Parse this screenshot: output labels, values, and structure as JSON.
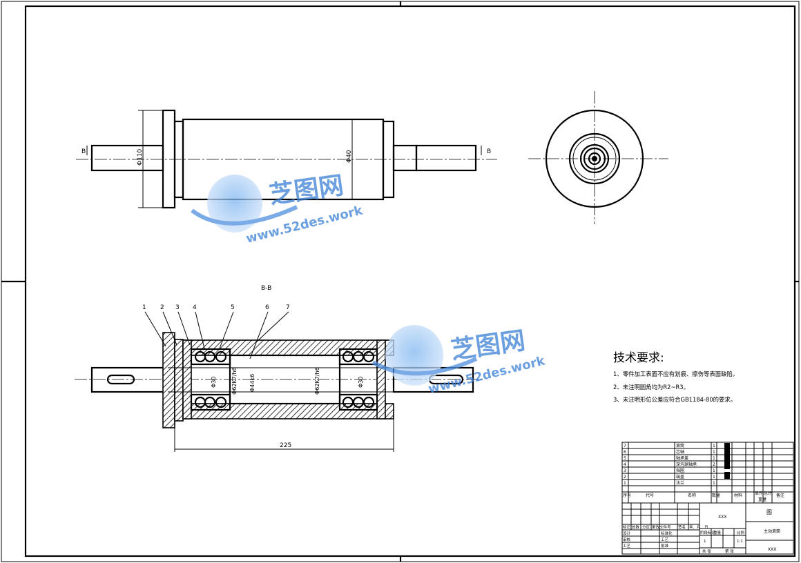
{
  "drawing": {
    "section_label": "B-B",
    "view_marker_left": "B",
    "view_marker_right": "B",
    "dim_flange_dia": "Φ110",
    "dim_body_dia": "Φ40",
    "dim_bearing_left": "Φ30",
    "dim_hub_left": "Φ62K7/h6",
    "dim_shaft_center": "Φ44k6",
    "dim_hub_right": "Φ62K7/h6",
    "dim_bearing_right": "Φ30",
    "dim_length": "225",
    "balloons": [
      "1",
      "2",
      "3",
      "4",
      "5",
      "6",
      "7"
    ]
  },
  "watermark": {
    "brand": "芝图网",
    "url": "www.52des.work"
  },
  "tech_requirements": {
    "title": "技术要求:",
    "items": [
      "1、零件加工表面不应有划痕、擦伤等表面缺陷。",
      "2、未注明圆角均为R2~R3。",
      "3、未注明形位公差应符合GB1184-80的要求。"
    ]
  },
  "bom": {
    "rows": [
      {
        "no": "7",
        "name": "滚筒",
        "qty": "1"
      },
      {
        "no": "6",
        "name": "芯轴",
        "qty": "1"
      },
      {
        "no": "5",
        "name": "轴承盖",
        "qty": "1"
      },
      {
        "no": "4",
        "name": "深沟球轴承",
        "qty": "2"
      },
      {
        "no": "3",
        "name": "挡圈",
        "qty": "1"
      },
      {
        "no": "2",
        "name": "端盖",
        "qty": "1"
      },
      {
        "no": "1",
        "name": "法兰",
        "qty": "1"
      }
    ],
    "header": {
      "no": "序号",
      "code": "代号",
      "name": "名称",
      "qty": "数量",
      "material": "材料",
      "unit_weight": "单件",
      "total_weight": "总计",
      "weight": "重量",
      "note": "备注"
    }
  },
  "title_block": {
    "material_cell": "XXX",
    "part_name": "主动滚筒",
    "marker": "图",
    "company": "XXX",
    "mark_label": "标记",
    "count_label": "处数",
    "zone_label": "分区",
    "change_doc_label": "更改文件号",
    "sign_label": "签名",
    "date_label": "年、月、日",
    "design_label": "设计",
    "standardize_label": "标准化",
    "check_label": "审核",
    "process_label": "工艺",
    "approve_label": "批准",
    "stage_label": "阶段标记",
    "weight_label": "重量",
    "scale_label": "比例",
    "stage_value": "1",
    "scale_value": "1:1",
    "sheets_label": "共 张",
    "sheet_label": "第 张"
  }
}
